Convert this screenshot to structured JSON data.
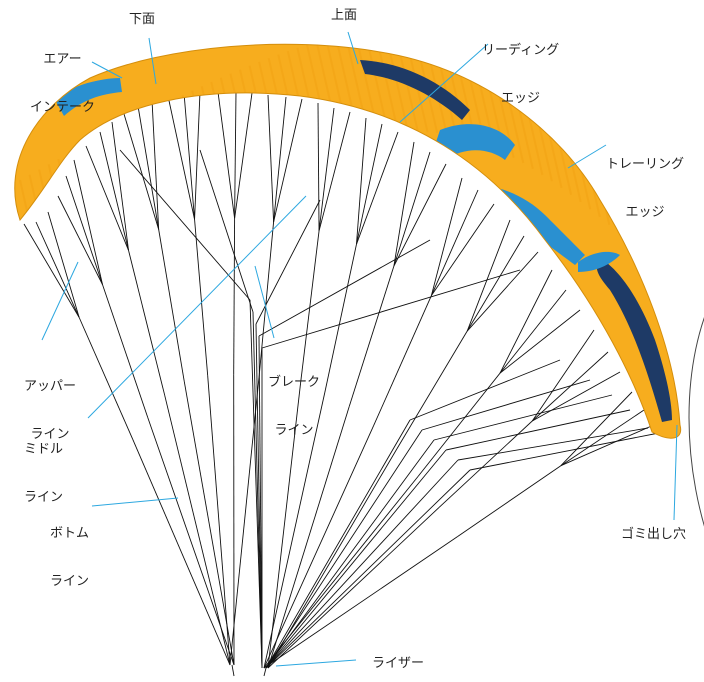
{
  "labels": {
    "air_intake": [
      "エアー",
      "インテーク"
    ],
    "bottom_surface": "下面",
    "top_surface": "上面",
    "leading_edge": [
      "リーディング",
      "エッジ"
    ],
    "trailing_edge": [
      "トレーリング",
      "エッジ"
    ],
    "upper_line": [
      "アッパー",
      "ライン"
    ],
    "brake_line": [
      "ブレーク",
      "ライン"
    ],
    "middle_line": [
      "ミドル",
      "ライン"
    ],
    "bottom_line": [
      "ボトム",
      "ライン"
    ],
    "debris_hole": "ゴミ出し穴",
    "riser": "ライザー"
  },
  "colors": {
    "wing_yellow": "#F7AD1E",
    "wing_stripe": "#F3A314",
    "wing_blue": "#2A90D0",
    "wing_navy": "#1E3A66",
    "leader_cyan": "#2DA8E0",
    "line_black": "#111111"
  }
}
